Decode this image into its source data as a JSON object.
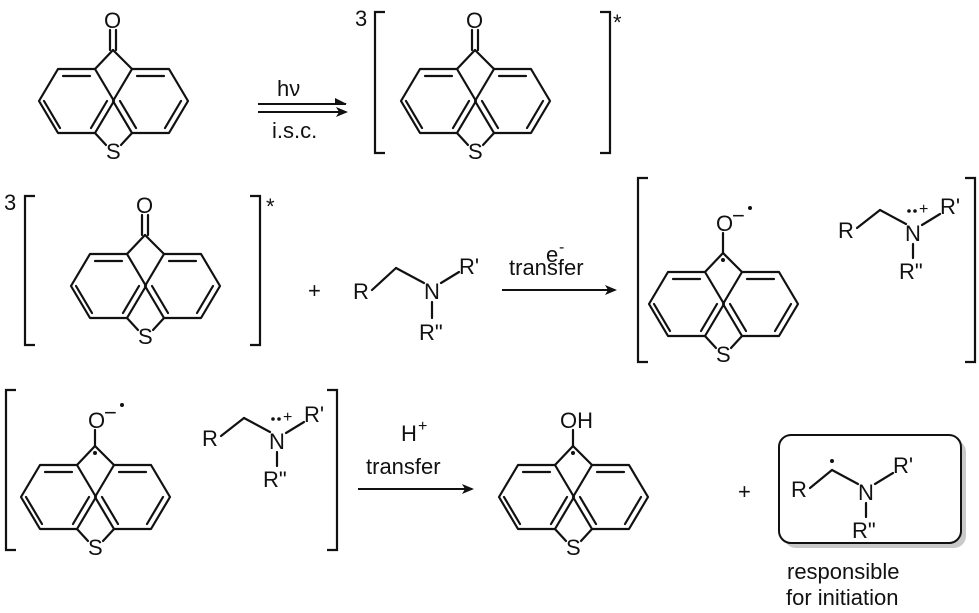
{
  "reactions": [
    {
      "arrow_top": "hν",
      "arrow_bottom": "i.s.c.",
      "product_multiplicity": "3",
      "product_excited_mark": "*"
    },
    {
      "reactant_multiplicity": "3",
      "reactant_excited_mark": "*",
      "plus": "+",
      "arrow_top": "e",
      "arrow_top_superscript": "-",
      "arrow_bottom": "transfer"
    },
    {
      "arrow_top": "H",
      "arrow_top_superscript": "+",
      "arrow_bottom": "transfer",
      "plus": "+",
      "boxed_caption_line1": "responsible",
      "boxed_caption_line2": "for initiation"
    }
  ],
  "atoms": {
    "oxygen": "O",
    "sulfur": "S",
    "nitrogen": "N",
    "hydroxyl": "OH",
    "r": "R",
    "r_prime": "R'",
    "r_double_prime": "R\"",
    "minus": "−",
    "plus_charge": "+"
  }
}
